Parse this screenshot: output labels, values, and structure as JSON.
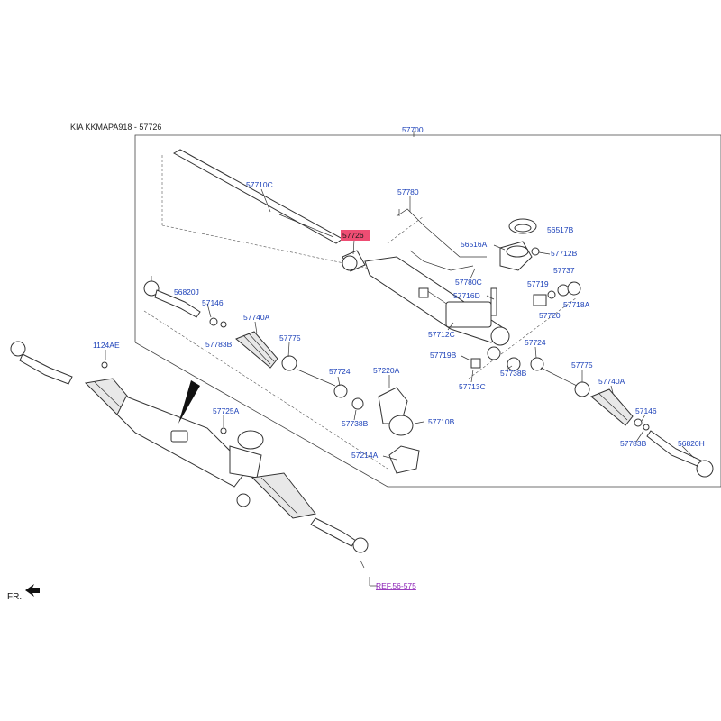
{
  "header": {
    "title": "KIA KKMAPA918 - 57726"
  },
  "labels": {
    "p57700": "57700",
    "p57710C": "57710C",
    "p57780": "57780",
    "p57726": "57726",
    "p56517B": "56517B",
    "p56516A": "56516A",
    "p57712B": "57712B",
    "p57780C": "57780C",
    "p57737": "57737",
    "p57716D": "57716D",
    "p57719_top": "57719",
    "p57718A": "57718A",
    "p57720": "57720",
    "p56820J": "56820J",
    "p57146_left": "57146",
    "p57740A_left": "57740A",
    "p57783B_left": "57783B",
    "p57775_left": "57775",
    "p57712C": "57712C",
    "p57724_right": "57724",
    "p1124AE": "1124AE",
    "p57724_mid": "57724",
    "p57220A": "57220A",
    "p57719B": "57719B",
    "p57738B_right": "57738B",
    "p57775_right": "57775",
    "p57713C": "57713C",
    "p57740A_right": "57740A",
    "p57738B_mid": "57738B",
    "p57710B": "57710B",
    "p57725A": "57725A",
    "p57146_right": "57146",
    "p57783B_right": "57783B",
    "p56820H": "56820H",
    "p57214A": "57214A",
    "ref": "REF.56-575",
    "fr": "FR."
  },
  "highlight_color": "#ee4d73",
  "label_color": "#1a3fb8",
  "ref_color": "#8a1fb5"
}
